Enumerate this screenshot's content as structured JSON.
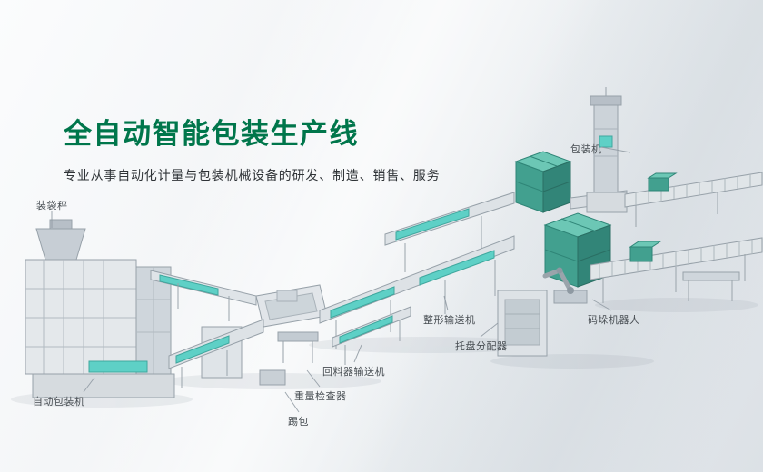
{
  "hero": {
    "title": "全自动智能包装生产线",
    "subtitle": "专业从事自动化计量与包装机械设备的研发、制造、销售、服务"
  },
  "labels": {
    "bagging_scale": "装袋秤",
    "packing_machine": "包装机",
    "auto_packing_machine": "自动包装机",
    "kick_bag": "踢包",
    "weight_checker": "重量检查器",
    "return_feeder_conveyor": "回料器输送机",
    "shaping_conveyor": "整形输送机",
    "pallet_dispenser": "托盘分配器",
    "palletizing_robot": "码垛机器人"
  },
  "colors": {
    "title_green": "#00764b",
    "belt_teal": "#5ed0c6",
    "package_green": "#42a08f",
    "machine_gray": "#dde2e6",
    "label_text": "#474d52",
    "background_top": "#fbfcfd",
    "background_bottom": "#dce1e6"
  }
}
